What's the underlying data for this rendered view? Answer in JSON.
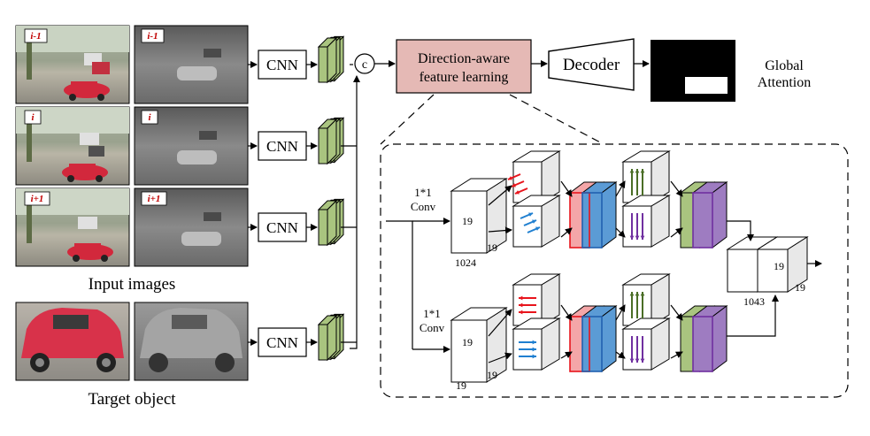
{
  "frames": {
    "labels": [
      "i-1",
      "i",
      "i+1"
    ],
    "label_color": "#c00000"
  },
  "input_images_caption": "Input images",
  "target_object_caption": "Target object",
  "cnn_label": "CNN",
  "concat_symbol": "c",
  "direction_box": {
    "line1": "Direction-aware",
    "line2": "feature learning",
    "fill": "#e5b9b5"
  },
  "decoder_label": "Decoder",
  "global_attention": {
    "line1": "Global",
    "line2": "Attention"
  },
  "feature_map_color": "#a9c47f",
  "detail": {
    "top_branch": {
      "conv_line1": "1*1",
      "conv_line2": "Conv",
      "depth": "1024",
      "size_a": "19",
      "size_b": "19"
    },
    "bottom_branch": {
      "conv_line1": "1*1",
      "conv_line2": "Conv",
      "depth": "19",
      "size_a": "19",
      "size_b": "19"
    },
    "output": {
      "depth": "1043",
      "size_a": "19",
      "size_b": "19"
    }
  },
  "colors": {
    "red_arrow": "#e8141c",
    "blue_arrow": "#1f7fd0",
    "green_arrow": "#4a6e26",
    "purple_arrow": "#7030a0",
    "red_blue_fill": "#f4a6a8",
    "blue_fill": "#5b9bd5",
    "purple_fill": "#9e7cc1",
    "green_fill": "#a9c47f"
  },
  "icons": {
    "photo": "photo-thumbnail-icon",
    "concat": "concat-circle-icon",
    "direction_arrows": "direction-arrows-icon"
  }
}
